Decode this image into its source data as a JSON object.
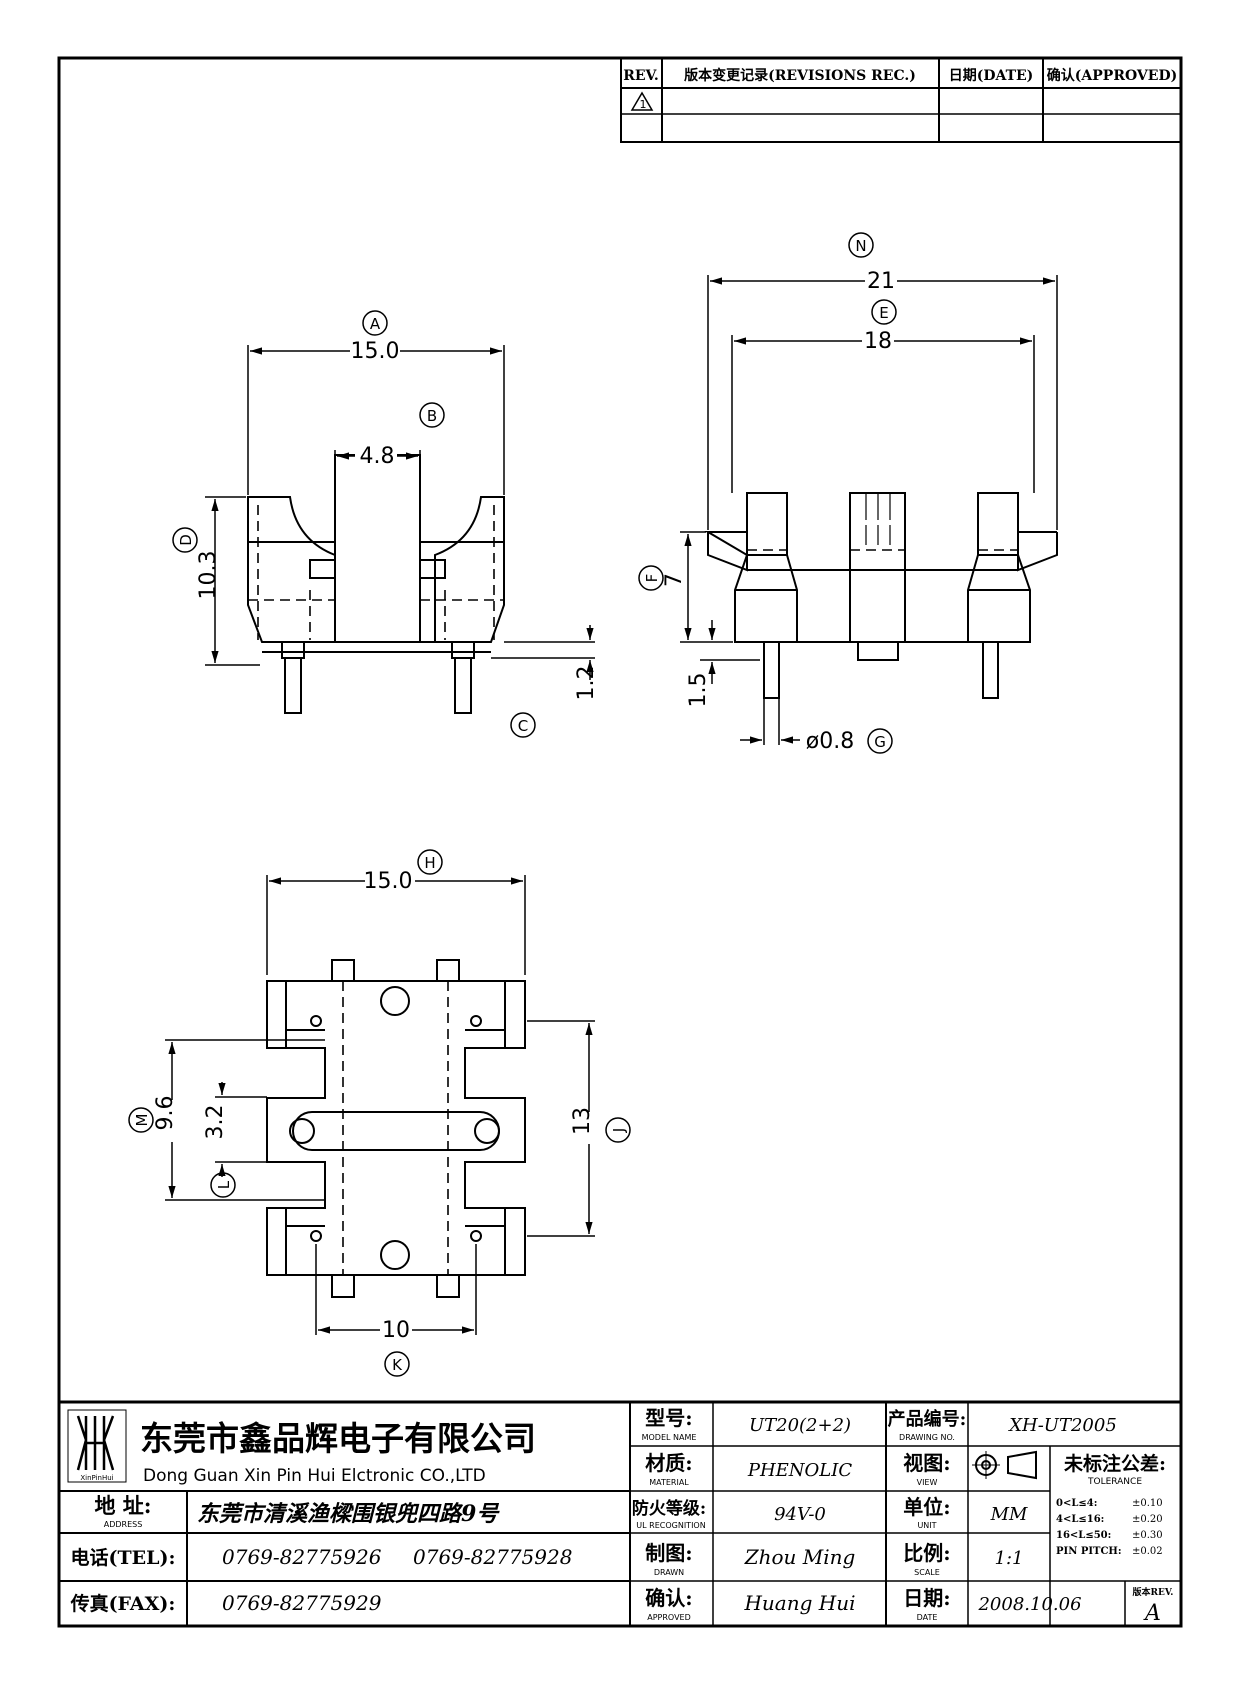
{
  "revisions": {
    "rev_header": "REV.",
    "rec_header": "版本变更记录(REVISIONS REC.)",
    "date_header": "日期(DATE)",
    "approved_header": "确认(APPROVED)",
    "rev_mark": "1"
  },
  "front_view": {
    "A_label": "A",
    "A_value": "15.0",
    "B_label": "B",
    "B_value": "4.8",
    "C_label": "C",
    "C_value": "1.2",
    "D_label": "D",
    "D_value": "10.3"
  },
  "side_view": {
    "N_label": "N",
    "N_value": "21",
    "E_label": "E",
    "E_value": "18",
    "F_label": "F",
    "F_value": "7",
    "pin_len_value": "1.5",
    "G_label": "G",
    "G_value": "ø0.8"
  },
  "bottom_view": {
    "H_label": "H",
    "H_value": "15.0",
    "M_label": "M",
    "M_value": "9.6",
    "L_label": "L",
    "L_value": "3.2",
    "J_label": "J",
    "J_value": "13",
    "K_label": "K",
    "K_value": "10"
  },
  "title_block": {
    "logo_text": "XinPinHui",
    "company_cn": "东莞市鑫品辉电子有限公司",
    "company_en": "Dong Guan Xin Pin Hui Elctronic CO.,LTD",
    "address_label": "地 址:",
    "address_label_en": "ADDRESS",
    "address_value": "东莞市清溪渔樑围银兜四路9号",
    "tel_label": "电话(TEL):",
    "tel_1": "0769-82775926",
    "tel_2": "0769-82775928",
    "fax_label": "传真(FAX):",
    "fax_value": "0769-82775929",
    "model_label": "型号:",
    "model_label_en": "MODEL NAME",
    "model_value": "UT20(2+2)",
    "material_label": "材质:",
    "material_label_en": "MATERIAL",
    "material_value": "PHENOLIC",
    "fire_label": "防火等级:",
    "fire_label_en": "UL RECOGNITION",
    "fire_value": "94V-0",
    "drawn_label": "制图:",
    "drawn_label_en": "DRAWN",
    "drawn_value": "Zhou Ming",
    "approved_label": "确认:",
    "approved_label_en": "APPROVED",
    "approved_value": "Huang Hui",
    "drawing_no_label": "产品编号:",
    "drawing_no_label_en": "DRAWING NO.",
    "drawing_no_value": "XH-UT2005",
    "view_label": "视图:",
    "view_label_en": "VIEW",
    "unit_label": "单位:",
    "unit_label_en": "UNIT",
    "unit_value": "MM",
    "scale_label": "比例:",
    "scale_label_en": "SCALE",
    "scale_value": "1:1",
    "date_label": "日期:",
    "date_label_en": "DATE",
    "date_value": "2008.10.06",
    "tolerance_label": "未标注公差:",
    "tolerance_label_en": "TOLERANCE",
    "tol_1_range": "0<L≤4:",
    "tol_1_value": "±0.10",
    "tol_2_range": "4<L≤16:",
    "tol_2_value": "±0.20",
    "tol_3_range": "16<L≤50:",
    "tol_3_value": "±0.30",
    "tol_4_range": "PIN PITCH:",
    "tol_4_value": "±0.02",
    "rev_label": "版本REV.",
    "rev_value": "A"
  }
}
